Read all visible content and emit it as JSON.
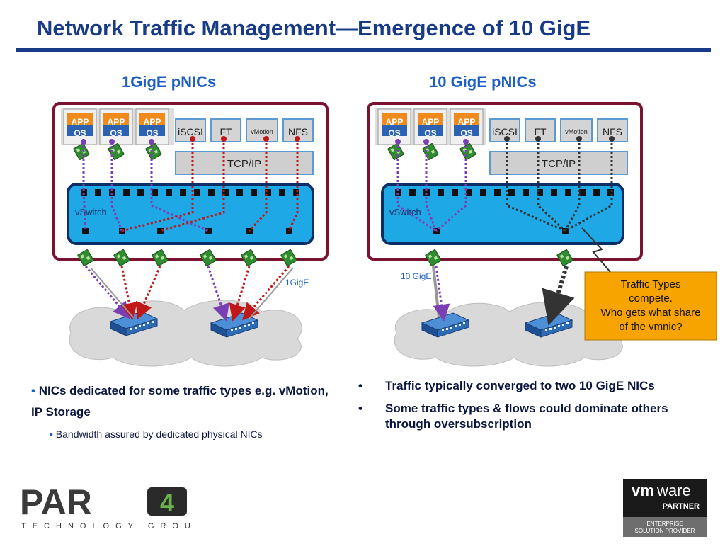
{
  "slide": {
    "title": "Network Traffic Management—Emergence of 10 GigE"
  },
  "left": {
    "heading": "1GigE pNICs",
    "vm_app": "APP",
    "vm_os": "OS",
    "services": [
      "iSCSI",
      "FT",
      "vMotion",
      "NFS"
    ],
    "tcpip": "TCP/IP",
    "vswitch": "vSwitch",
    "link_label": "1GigE",
    "bullets": [
      {
        "text": "NICs dedicated for some traffic types e.g. vMotion, IP Storage",
        "level": 1
      },
      {
        "text": "Bandwidth assured by dedicated physical NICs",
        "level": 2
      }
    ]
  },
  "right": {
    "heading": "10 GigE pNICs",
    "vm_app": "APP",
    "vm_os": "OS",
    "services": [
      "iSCSI",
      "FT",
      "vMotion",
      "NFS"
    ],
    "tcpip": "TCP/IP",
    "vswitch": "vSwitch",
    "link_label": "10 GigE",
    "callout_lines": [
      "Traffic Types",
      "compete.",
      "Who gets what share",
      "of the vmnic?"
    ],
    "bullets": [
      {
        "text": "Traffic typically converged to two 10 GigE NICs"
      },
      {
        "text": "Some traffic types & flows could dominate others through oversubscription"
      }
    ]
  },
  "logos": {
    "par4_text": "PAR",
    "par4_digit": "4",
    "par4_tagline": "TECHNOLOGY GROUP",
    "vmware_brand_vm": "vm",
    "vmware_brand_ware": "ware",
    "vmware_partner": "PARTNER",
    "vmware_tier_1": "ENTERPRISE",
    "vmware_tier_2": "SOLUTION PROVIDER"
  },
  "colors": {
    "title": "#173b87",
    "heading": "#1f5fc5",
    "host_border": "#7a1230",
    "vswitch_fill": "#1fa8e6",
    "vm_traffic": "#7b3fb5",
    "storage_traffic": "#c01818",
    "converged_traffic": "#333333",
    "callout_fill": "#f7a400"
  }
}
